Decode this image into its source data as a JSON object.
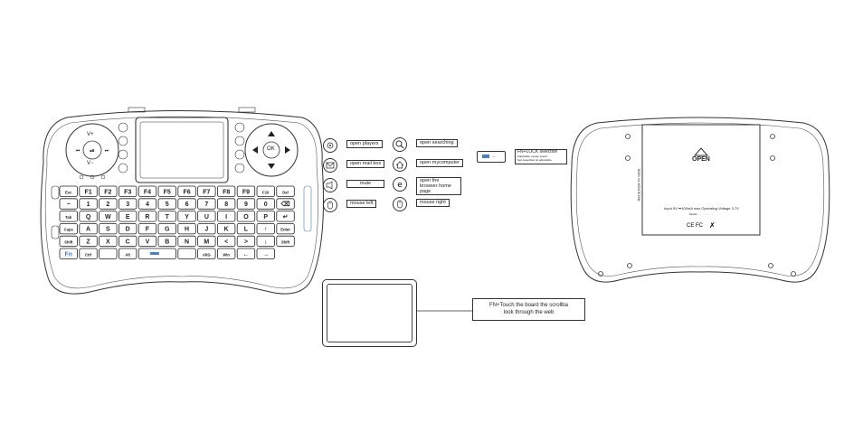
{
  "function_labels": {
    "players": "open players",
    "mailbox": "open mail box",
    "mute": "mute",
    "mouse_left": "mouse left",
    "searching": "open searching",
    "mycomputer": "open mycomputer",
    "browser": "open the browser home page",
    "mouse_right": "mouse right"
  },
  "fn_lock": {
    "title": "FN+LOCK selection",
    "line1": "Adjustable mouse speed",
    "line2": "fast speed/low tie adjustable"
  },
  "touchpad_note": {
    "line1": "FN+Touch the board the scrollba",
    "line2": "look through the web"
  },
  "back_panel": {
    "open_label": "OPEN",
    "side_text": "RECEIVER IN SIDE",
    "input_text": "Input 5V ⎓100mA max  Operating Voltage 3.7V",
    "sub_text": "Model: ·· ·· ·· ·· ·· ··"
  },
  "keyboard": {
    "vol_up": "V+",
    "vol_down": "V−",
    "ok": "OK",
    "rows": [
      [
        "Esc",
        "F1",
        "F2",
        "F3",
        "F4",
        "F5",
        "F6",
        "F7",
        "F8",
        "F9",
        "F10",
        "Del"
      ],
      [
        "~",
        "1",
        "2",
        "3",
        "4",
        "5",
        "6",
        "7",
        "8",
        "9",
        "0",
        "⌫"
      ],
      [
        "Tab",
        "Q",
        "W",
        "E",
        "R",
        "T",
        "Y",
        "U",
        "I",
        "O",
        "P",
        "↵"
      ],
      [
        "Caps",
        "A",
        "S",
        "D",
        "F",
        "G",
        "H",
        "J",
        "K",
        "L",
        "↑",
        "Enter"
      ],
      [
        "Shift",
        "Z",
        "X",
        "C",
        "V",
        "B",
        "N",
        "M",
        "<",
        ">",
        "↓",
        "Shift"
      ],
      [
        "Fn",
        "Ctrl",
        "",
        "Alt",
        "Space",
        "",
        "AltG",
        "Win",
        "←",
        "→"
      ]
    ]
  }
}
